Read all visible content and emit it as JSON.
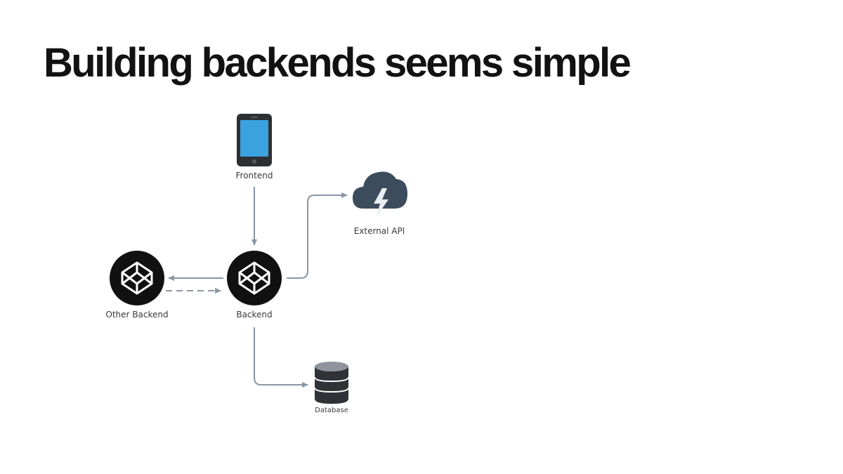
{
  "slide": {
    "title": "Building backends seems simple"
  },
  "diagram": {
    "nodes": {
      "frontend": {
        "label": "Frontend",
        "icon": "smartphone-icon"
      },
      "external_api": {
        "label": "External API",
        "icon": "cloud-lightning-icon"
      },
      "backend": {
        "label": "Backend",
        "icon": "codepen-icon"
      },
      "other_backend": {
        "label": "Other Backend",
        "icon": "codepen-icon"
      },
      "database": {
        "label": "Database",
        "icon": "database-icon"
      }
    },
    "edges": [
      {
        "from": "frontend",
        "to": "backend",
        "style": "solid"
      },
      {
        "from": "backend",
        "to": "external_api",
        "style": "solid"
      },
      {
        "from": "backend",
        "to": "other_backend",
        "style": "solid"
      },
      {
        "from": "other_backend",
        "to": "backend",
        "style": "dashed"
      },
      {
        "from": "backend",
        "to": "database",
        "style": "solid"
      }
    ]
  },
  "colors": {
    "icon_dark": "#2d2f33",
    "screen_blue": "#3aa3df",
    "cloud_slate": "#3d4c5c",
    "bolt": "#e9eef3",
    "arrow": "#8a96a6",
    "title": "#121212"
  }
}
